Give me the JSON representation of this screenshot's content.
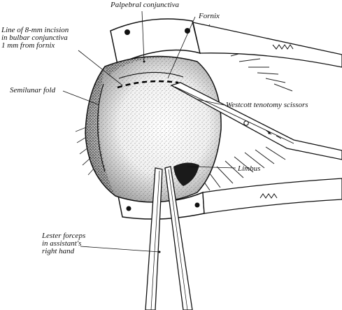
{
  "labels": {
    "palpebral_conjunctiva": "Palpebral conjunctiva",
    "fornix": "Fornix",
    "incision_line_1": "Line of 8-mm incision",
    "incision_line_2": "in bulbar conjunctiva",
    "incision_line_3": "1 mm from fornix",
    "semilunar_fold": "Semilunar fold",
    "westcott_scissors": "Westcott tenotomy scissors",
    "limbus": "Limbus",
    "lester_forceps_1": "Lester forceps",
    "lester_forceps_2": "in assistant's",
    "lester_forceps_3": "right hand"
  }
}
